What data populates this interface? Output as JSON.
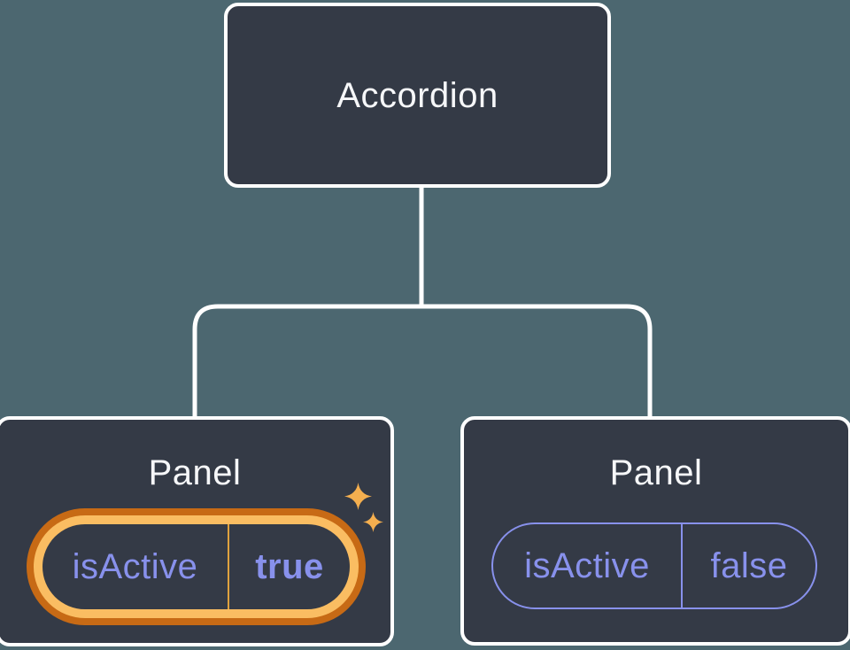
{
  "diagram": {
    "colors": {
      "background": "#4C6770",
      "node_fill": "#343A46",
      "node_border": "#FFFFFF",
      "connector": "#FFFFFF",
      "label_text": "#F6F7F9",
      "state_text": "#8891EC",
      "highlight_ring_outer": "#C76A15",
      "highlight_ring_inner": "#FABD62",
      "highlight_divider": "#E0A23E",
      "sparkle": "#F5AF4F"
    },
    "root": {
      "label": "Accordion"
    },
    "children": [
      {
        "label": "Panel",
        "highlighted": true,
        "state": {
          "key": "isActive",
          "value": "true"
        }
      },
      {
        "label": "Panel",
        "highlighted": false,
        "state": {
          "key": "isActive",
          "value": "false"
        }
      }
    ]
  }
}
